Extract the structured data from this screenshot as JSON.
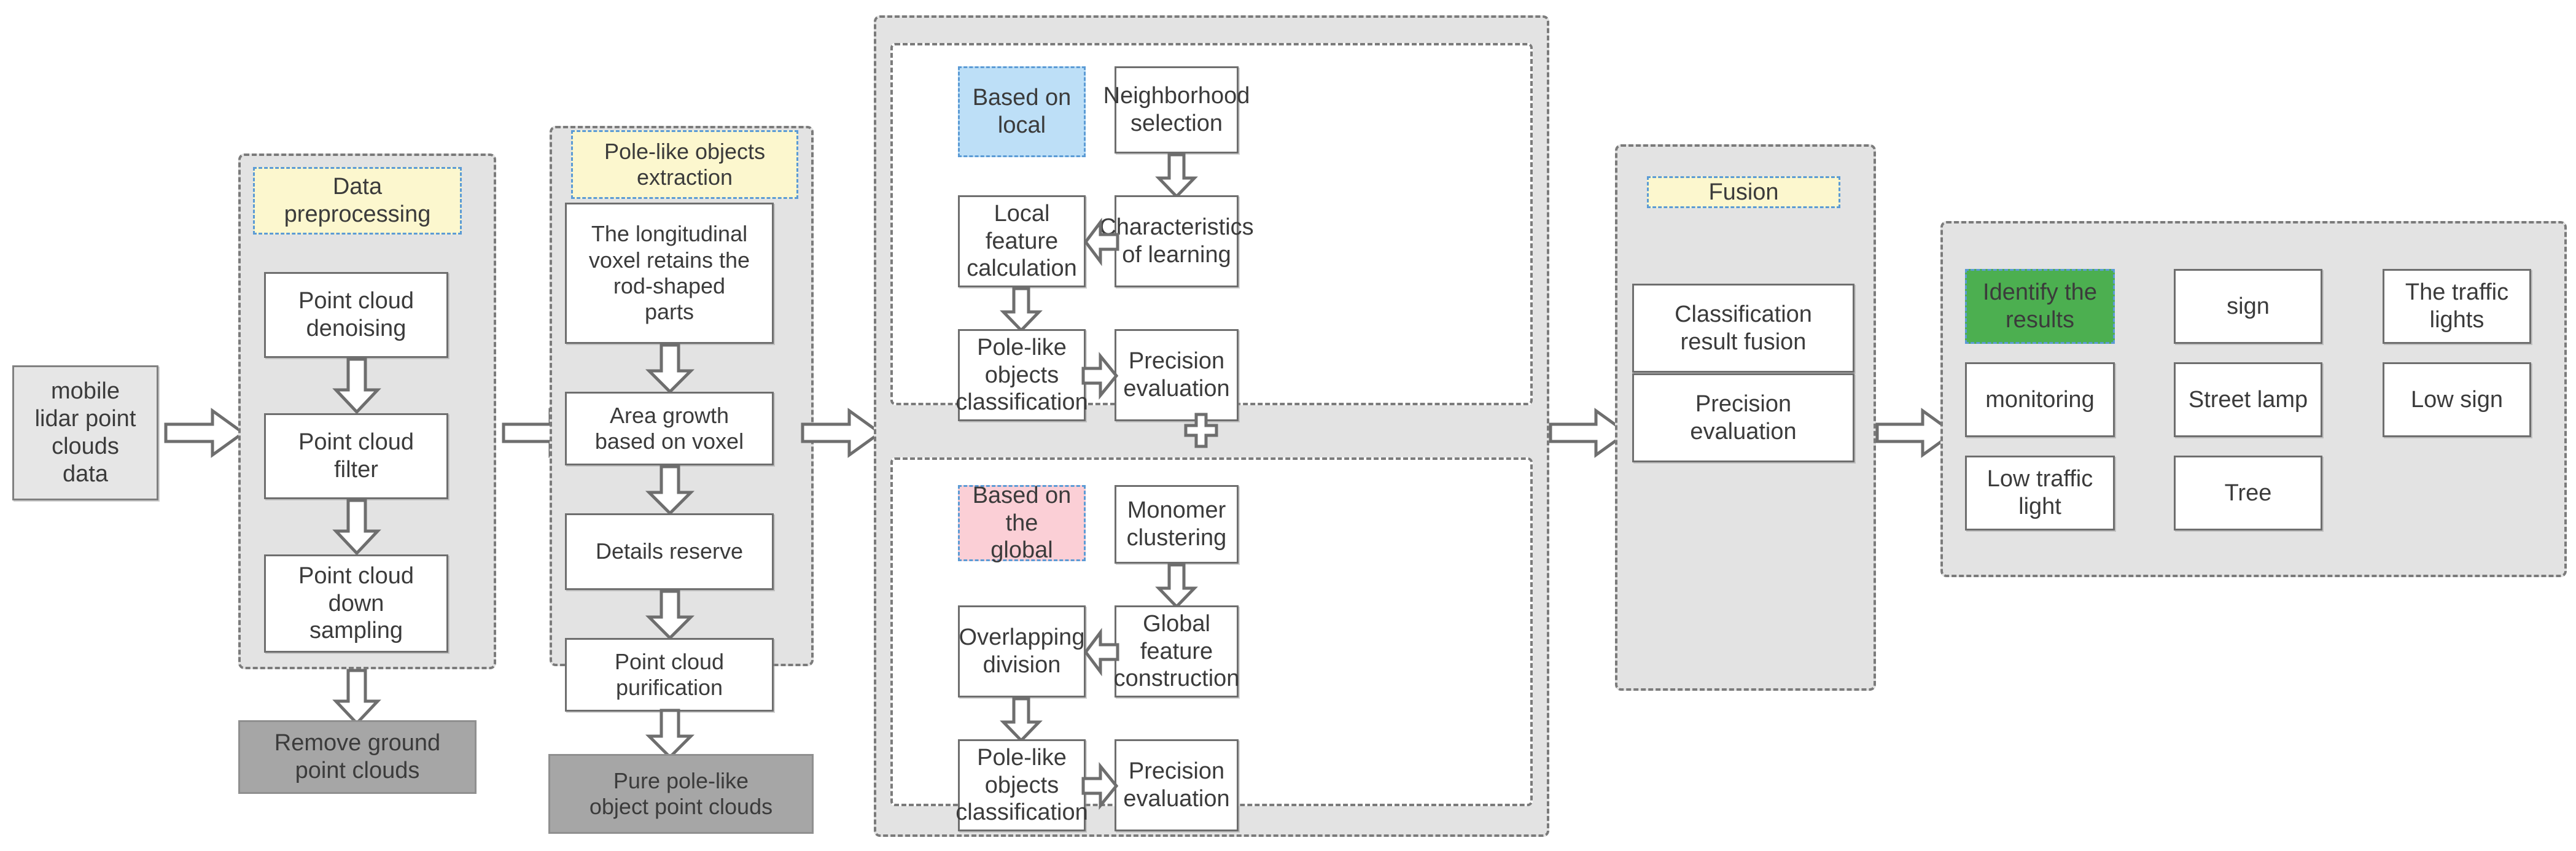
{
  "diagram": {
    "title": "Mobile lidar point cloud pole-like object extraction and classification workflow",
    "colors": {
      "chip_yellow": "#FCF7CE",
      "chip_blue": "#BDDFF7",
      "chip_pink": "#FBCFD6",
      "chip_green": "#4CAF50",
      "chip_border": "#5B9BD5",
      "panel_grey": "#E3E3E3",
      "panel_border": "#7B7B7B",
      "node_border": "#6E6E6E",
      "terminal_fill": "#E6E6E6",
      "output_fill": "#A6A6A6",
      "text": "#3B3B3B"
    }
  },
  "input": {
    "label": "mobile\nlidar point\nclouds\ndata"
  },
  "preprocessing": {
    "title": "Data\npreprocessing",
    "steps": [
      {
        "label": "Point cloud\ndenoising"
      },
      {
        "label": "Point cloud\nfilter"
      },
      {
        "label": "Point cloud\ndown\nsampling"
      }
    ],
    "output": "Remove ground\npoint clouds"
  },
  "extraction": {
    "title": "Pole-like objects\nextraction",
    "steps": [
      {
        "label": "The longitudinal\nvoxel retains the\nrod-shaped\nparts"
      },
      {
        "label": "Area growth\nbased on voxel"
      },
      {
        "label": "Details reserve"
      },
      {
        "label": "Point cloud\npurification"
      }
    ],
    "output": "Pure pole-like\nobject point clouds"
  },
  "classification": {
    "local": {
      "title": "Based on local",
      "nodes": {
        "neighborhood": "Neighborhood\nselection",
        "characteristics": "Characteristics\nof learning",
        "feature": "Local feature\ncalculation",
        "classify": "Pole-like objects\nclassification",
        "precision": "Precision\nevaluation"
      }
    },
    "combiner": "+",
    "global": {
      "title": "Based on the\nglobal",
      "nodes": {
        "monomer": "Monomer\nclustering",
        "globalfeature": "Global feature\nconstruction",
        "overlapping": "Overlapping\ndivision",
        "classify": "Pole-like objects\nclassification",
        "precision": "Precision\nevaluation"
      }
    }
  },
  "fusion": {
    "title": "Fusion",
    "steps": [
      {
        "label": "Classification\nresult fusion"
      },
      {
        "label": "Precision\nevaluation"
      }
    ]
  },
  "results": {
    "title": "Identify the\nresults",
    "items": [
      {
        "label": "sign"
      },
      {
        "label": "The traffic\nlights"
      },
      {
        "label": "monitoring"
      },
      {
        "label": "Street lamp"
      },
      {
        "label": "Low sign"
      },
      {
        "label": "Low traffic\nlight"
      },
      {
        "label": "Tree"
      }
    ]
  }
}
